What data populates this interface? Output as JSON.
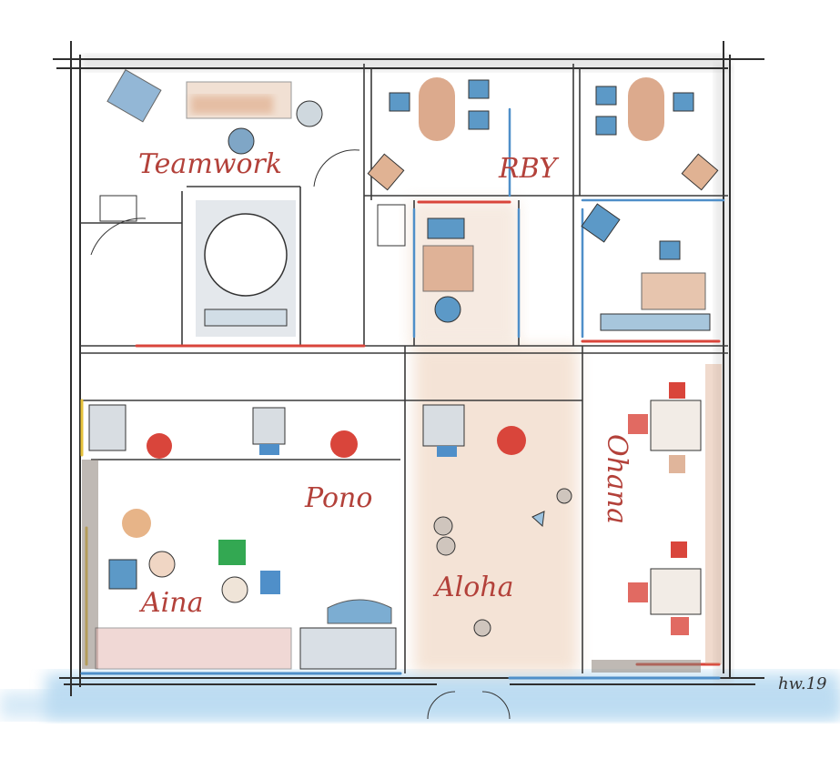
{
  "rooms": {
    "teamwork": "Teamwork",
    "rby": "RBY",
    "pono": "Pono",
    "ohana": "Ohana",
    "aina": "Aina",
    "aloha": "Aloha"
  },
  "signature": "hw.19",
  "colors": {
    "label": "#b3413a",
    "wall": "#2f2f2f",
    "accent_blue": "#4f8fc9",
    "accent_red": "#d9453b",
    "accent_orange": "#c98a5c",
    "accent_green": "#33a852",
    "water": "#9fcbe8"
  }
}
